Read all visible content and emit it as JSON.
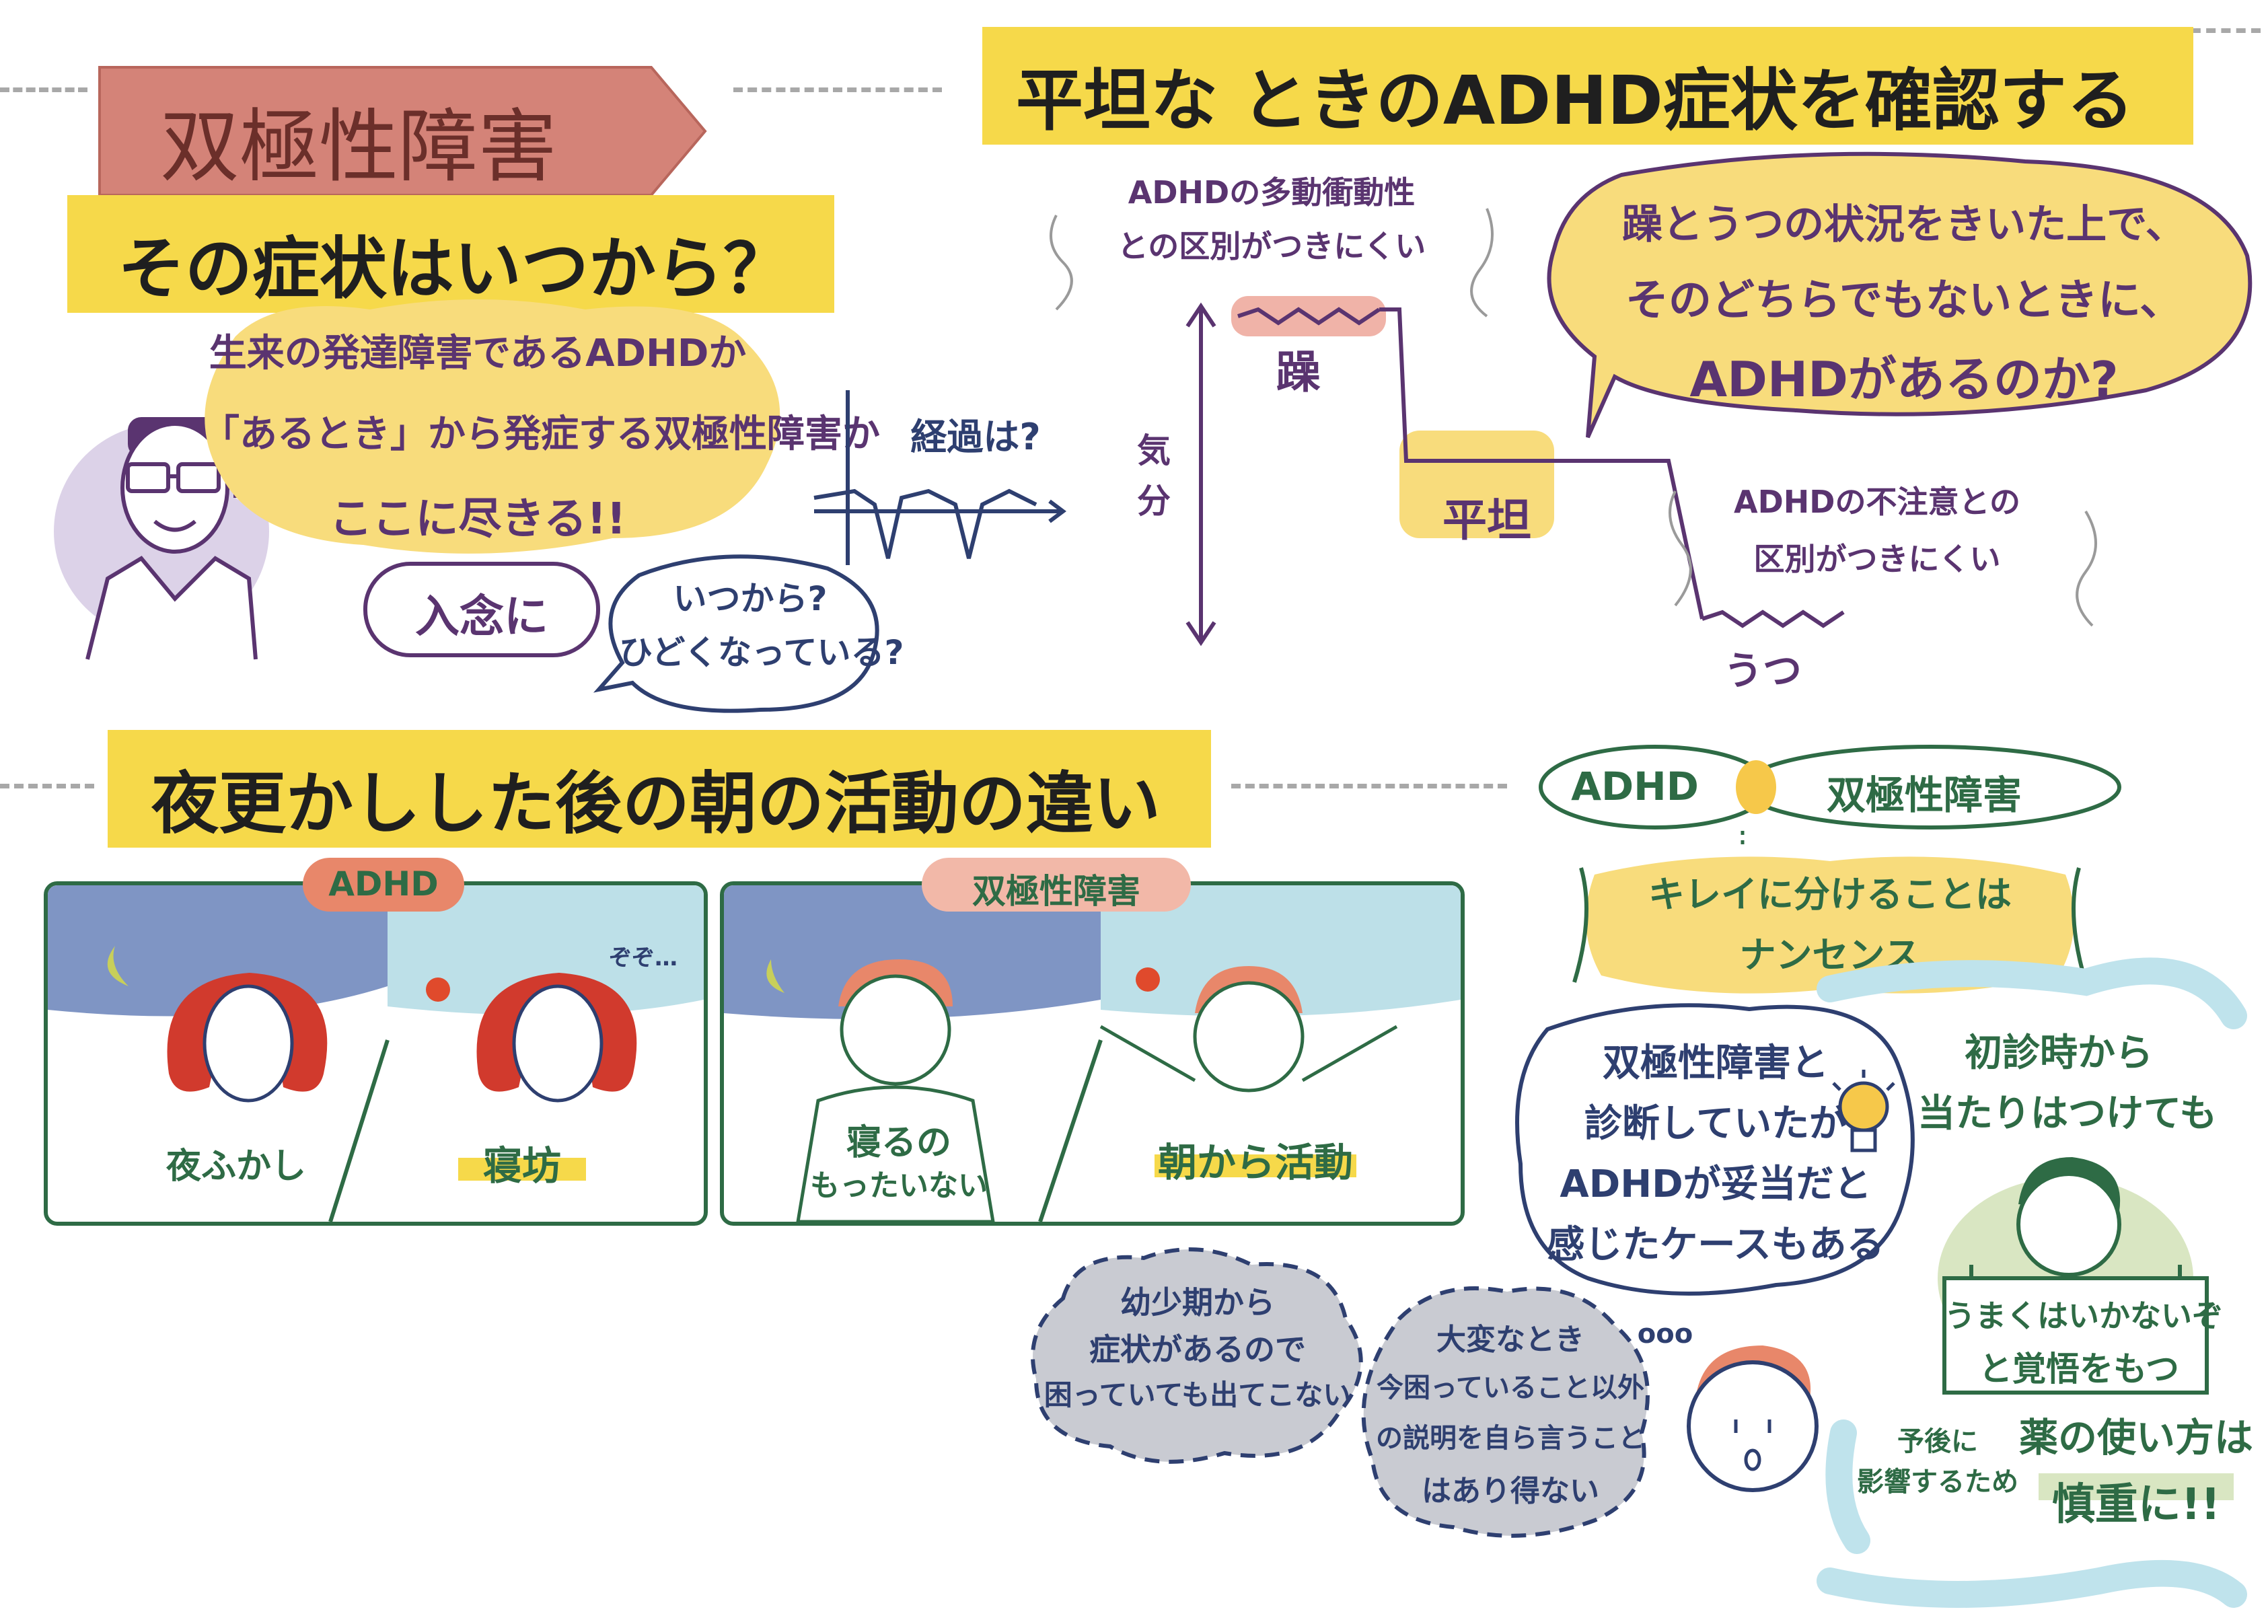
{
  "colors": {
    "highlight": "#f6d94a",
    "banner": "#d48378",
    "purple": "#5a3470",
    "navy": "#2e3f70",
    "green": "#2e6b45",
    "night": "#7f95c4",
    "day": "#bde0e8",
    "hair_red": "#d13a2d",
    "hair_orange": "#e8876a",
    "cloud_gray": "#c9cbd2",
    "light_blue": "#bfe3ec"
  },
  "banner": {
    "label": "双極性障害"
  },
  "section1": {
    "heading": "その症状はいつから？",
    "doctor_bubble": [
      "生来の発達障害であるADHDか",
      "「あるとき」から発症する双極性障害か",
      "ここに尽きる!!"
    ],
    "pill": "入念に",
    "question_bubble": [
      "いつから?",
      "ひどくなっている?"
    ],
    "course_label": "経過は?"
  },
  "section2": {
    "heading": "平坦な ときのADHD症状を確認する",
    "mania_note": [
      "ADHDの多動衝動性",
      "との区別がつきにくい"
    ],
    "axis_label": [
      "気",
      "分"
    ],
    "mania": "躁",
    "flat": "平坦",
    "depression": "うつ",
    "depression_note": [
      "ADHDの不注意との",
      "区別がつきにくい"
    ],
    "big_bubble": [
      "躁とうつの状況をきいた上で、",
      "そのどちらでもないときに、",
      "ADHDがあるのか?"
    ]
  },
  "section3": {
    "heading": "夜更かしした後の朝の活動の違い",
    "adhd_panel": {
      "label": "ADHD",
      "night_caption": "夜ふかし",
      "morning_caption": "寝坊",
      "snore": "ぞぞ…"
    },
    "bipolar_panel": {
      "label": "双極性障害",
      "night_caption": [
        "寝るの",
        "もったいない"
      ],
      "morning_caption": "朝から活動"
    }
  },
  "section4": {
    "venn_left": "ADHD",
    "venn_right": "双極性障害",
    "nonsense": [
      "キレイに分けることは",
      "ナンセンス"
    ],
    "doctor_bubble": [
      "双極性障害と",
      "診断していたが",
      "ADHDが妥当だと",
      "感じたケースもある"
    ],
    "cloud_left": [
      "幼少期から",
      "症状があるので",
      "困っていても出てこない"
    ],
    "cloud_right": [
      "大変なとき",
      "今困っていること以外",
      "の説明を自ら言うこと",
      "はあり得ない"
    ],
    "ooo": "ooo",
    "first_visit": [
      "初診時から",
      "当たりはつけても"
    ],
    "sign": [
      "うまくはいかないぞ",
      "と覚悟をもつ"
    ],
    "prognosis": [
      "予後に",
      "影響するため"
    ],
    "medicine": [
      "薬の使い方は",
      "慎重に!!"
    ]
  }
}
